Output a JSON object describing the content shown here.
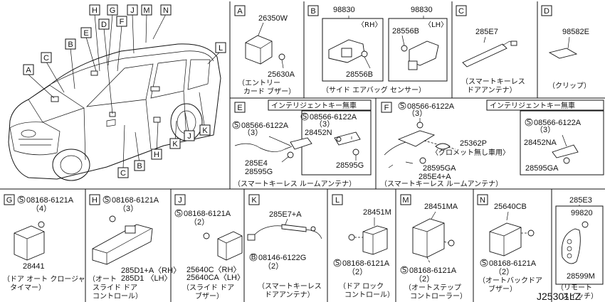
{
  "diagram_id": "J25301LZ",
  "vehicle_callouts": [
    "A",
    "B",
    "C",
    "D",
    "E",
    "F",
    "G",
    "H",
    "J",
    "K",
    "L",
    "M",
    "N",
    "C",
    "B",
    "H",
    "J",
    "K"
  ],
  "panels": {
    "A": {
      "letter": "A",
      "parts": [
        "26350W",
        "25630A"
      ],
      "caption": [
        "（エントリー",
        "カード ブザー）"
      ]
    },
    "B": {
      "letter": "B",
      "parts_rh": [
        "98830",
        "28556B"
      ],
      "parts_lh": [
        "98830",
        "28556B"
      ],
      "rh": "〈RH〉",
      "lh": "〈LH〉",
      "caption": "（サイド エアバッグ センサー）"
    },
    "C": {
      "letter": "C",
      "parts": [
        "285E7"
      ],
      "caption": [
        "（スマートキーレス",
        "ドアアンテナ）"
      ]
    },
    "D": {
      "letter": "D",
      "parts": [
        "98582E"
      ],
      "caption": "（クリップ）"
    },
    "E": {
      "letter": "E",
      "note": "インテリジェントキー無車",
      "bolt1": "08566-6122A",
      "bolt1_qty": "（3）",
      "bolt2": "08566-6122A",
      "bolt2_qty": "（3）",
      "parts": [
        "28452N",
        "285E4",
        "28595G",
        "28595G"
      ],
      "caption": "（スマートキーレス ルームアンテナ）"
    },
    "F": {
      "letter": "F",
      "note": "インテリジェントキー無車",
      "bolt1": "08566-6122A",
      "bolt1_qty": "（3）",
      "bolt2": "08566-6122A",
      "bolt2_qty": "（3）",
      "parts": [
        "25362P",
        "285E4+A",
        "28595GA",
        "28452NA",
        "28595GA"
      ],
      "grommet": "〈グロメット無し車用〉",
      "caption": "（スマートキーレス ルームアンテナ）"
    },
    "G": {
      "letter": "G",
      "bolt": "08168-6121A",
      "bolt_qty": "（4）",
      "parts": [
        "28441"
      ],
      "caption": [
        "（ドア  オート クロージャ",
        "タイマー）"
      ]
    },
    "H": {
      "letter": "H",
      "bolt": "08168-6121A",
      "bolt_qty": "（3）",
      "parts": [
        "285D1+A〈RH〉",
        "285D1  〈LH〉"
      ],
      "caption": [
        "（オート",
        "スライド ドア",
        "コントロール）"
      ]
    },
    "J": {
      "letter": "J",
      "bolt": "08168-6121A",
      "bolt_qty": "（2）",
      "parts": [
        "25640C〈RH〉",
        "25640CA〈LH〉"
      ],
      "caption": [
        "（スライド ドア",
        "ブザー）"
      ]
    },
    "K": {
      "letter": "K",
      "bolt": "08146-6122G",
      "bolt_qty": "（2）",
      "parts": [
        "285E7+A"
      ],
      "caption": [
        "（スマートキーレス",
        "ドアアンテナ）"
      ]
    },
    "L": {
      "letter": "L",
      "bolt": "08168-6121A",
      "bolt_qty": "（2）",
      "parts": [
        "28451M"
      ],
      "caption": [
        "（ドア ロック",
        "コントロール）"
      ]
    },
    "M": {
      "letter": "M",
      "bolt": "08168-6121A",
      "bolt_qty": "（2）",
      "parts": [
        "28451MA"
      ],
      "caption": [
        "（オートステップ",
        "コントローラー）"
      ]
    },
    "N": {
      "letter": "N",
      "bolt": "08168-6121A",
      "bolt_qty": "（2）",
      "parts": [
        "25640CB"
      ],
      "caption": [
        "（オートバックドア",
        "ブザー）"
      ]
    },
    "R": {
      "parts": [
        "285E3",
        "99820",
        "28599M"
      ],
      "caption": [
        "（リモート",
        "スイッチ）"
      ]
    }
  },
  "bolt_prefix_s": "S",
  "bolt_prefix_b": "B"
}
